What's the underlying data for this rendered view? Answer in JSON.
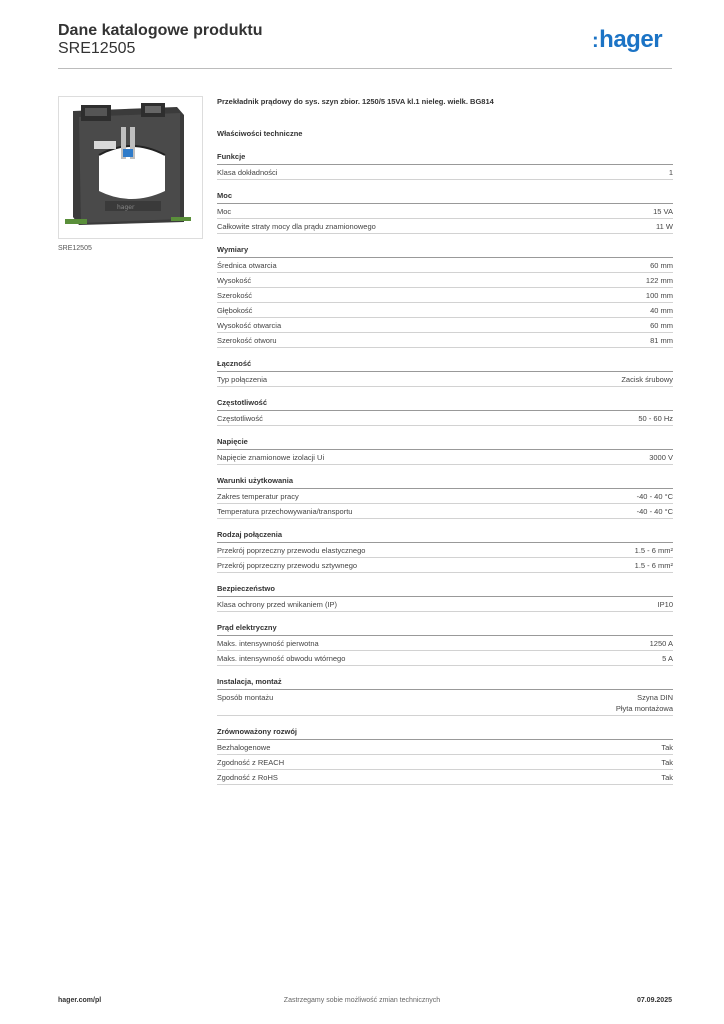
{
  "header": {
    "title": "Dane katalogowe produktu",
    "reference": "SRE12505",
    "logo": "hager"
  },
  "photo": {
    "caption": "SRE12505"
  },
  "product_title": "Przekładnik prądowy do sys. szyn zbior. 1250/5 15VA kl.1 nieleg. wielk. BG814",
  "section_title": "Właściwości techniczne",
  "groups": [
    {
      "title": "Funkcje",
      "rows": [
        {
          "label": "Klasa dokładności",
          "value": "1"
        }
      ]
    },
    {
      "title": "Moc",
      "rows": [
        {
          "label": "Moc",
          "value": "15 VA"
        },
        {
          "label": "Całkowite straty mocy dla prądu znamionowego",
          "value": "11 W"
        }
      ]
    },
    {
      "title": "Wymiary",
      "rows": [
        {
          "label": "Średnica otwarcia",
          "value": "60 mm"
        },
        {
          "label": "Wysokość",
          "value": "122 mm"
        },
        {
          "label": "Szerokość",
          "value": "100 mm"
        },
        {
          "label": "Głębokość",
          "value": "40 mm"
        },
        {
          "label": "Wysokość otwarcia",
          "value": "60 mm"
        },
        {
          "label": "Szerokość otworu",
          "value": "81 mm"
        }
      ]
    },
    {
      "title": "Łączność",
      "rows": [
        {
          "label": "Typ połączenia",
          "value": "Zacisk śrubowy"
        }
      ]
    },
    {
      "title": "Częstotliwość",
      "rows": [
        {
          "label": "Częstotliwość",
          "value": "50 - 60 Hz"
        }
      ]
    },
    {
      "title": "Napięcie",
      "rows": [
        {
          "label": "Napięcie znamionowe izolacji Ui",
          "value": "3000 V"
        }
      ]
    },
    {
      "title": "Warunki użytkowania",
      "rows": [
        {
          "label": "Zakres temperatur pracy",
          "value": "-40 - 40 °C"
        },
        {
          "label": "Temperatura przechowywania/transportu",
          "value": "-40 - 40 °C"
        }
      ]
    },
    {
      "title": "Rodzaj połączenia",
      "rows": [
        {
          "label": "Przekrój poprzeczny przewodu elastycznego",
          "value": "1.5 - 6 mm²"
        },
        {
          "label": "Przekrój poprzeczny przewodu sztywnego",
          "value": "1.5 - 6 mm²"
        }
      ]
    },
    {
      "title": "Bezpieczeństwo",
      "rows": [
        {
          "label": "Klasa ochrony przed wnikaniem (IP)",
          "value": "IP10"
        }
      ]
    },
    {
      "title": "Prąd elektryczny",
      "rows": [
        {
          "label": "Maks. intensywność pierwotna",
          "value": "1250 A"
        },
        {
          "label": "Maks. intensywność obwodu wtórnego",
          "value": "5 A"
        }
      ]
    },
    {
      "title": "Instalacja, montaż",
      "rows": [
        {
          "label": "Sposób montażu",
          "value": "Szyna DIN",
          "value2": "Płyta montażowa"
        }
      ]
    },
    {
      "title": "Zrównoważony rozwój",
      "rows": [
        {
          "label": "Bezhalogenowe",
          "value": "Tak"
        },
        {
          "label": "Zgodność z REACH",
          "value": "Tak"
        },
        {
          "label": "Zgodność z RoHS",
          "value": "Tak"
        }
      ]
    }
  ],
  "footer": {
    "left": "hager.com/pl",
    "center": "Zastrzegamy sobie możliwość zmian technicznych",
    "right": "07.09.2025"
  },
  "colors": {
    "brand": "#1b73c5",
    "rule": "#bcbcbc"
  }
}
